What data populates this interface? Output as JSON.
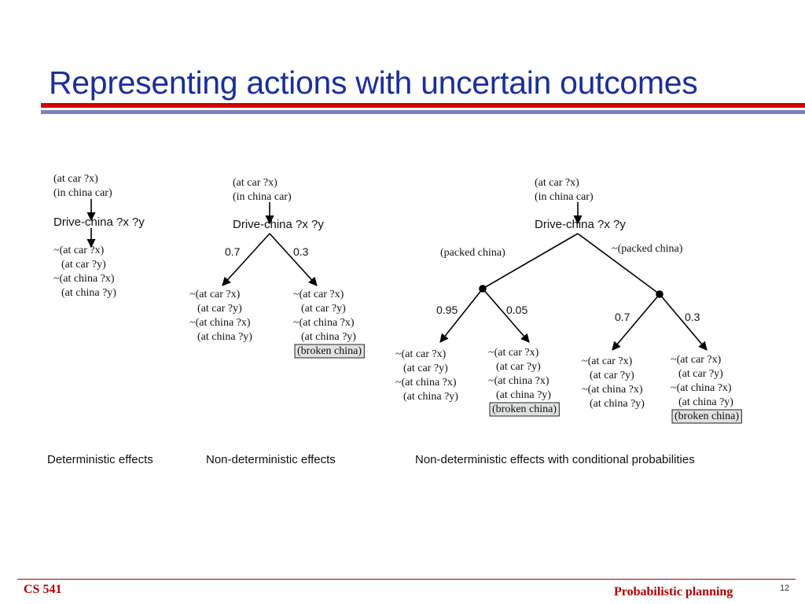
{
  "slide": {
    "title": "Representing actions with uncertain outcomes",
    "footer_left": "CS 541",
    "footer_right": "Probabilistic planning",
    "page_number": "12"
  },
  "colors": {
    "title": "#1a2e9e",
    "rule_red": "#d40000",
    "rule_blue": "#7e80c4",
    "footer": "#b00000"
  },
  "captions": {
    "deterministic": "Deterministic effects",
    "nondeterministic": "Non-deterministic effects",
    "conditional": "Non-deterministic effects with conditional probabilities"
  },
  "diagram": {
    "pre1": "(at car ?x)",
    "pre2": "(in china car)",
    "action": "Drive-china ?x ?y",
    "eff1": "~(at car ?x)",
    "eff2": "(at car ?y)",
    "eff3": "~(at china ?x)",
    "eff4": "(at china ?y)",
    "broken": "(broken china)",
    "packed": "(packed china)",
    "not_packed": "~(packed china)",
    "p_07": "0.7",
    "p_03": "0.3",
    "p_095": "0.95",
    "p_005": "0.05"
  }
}
